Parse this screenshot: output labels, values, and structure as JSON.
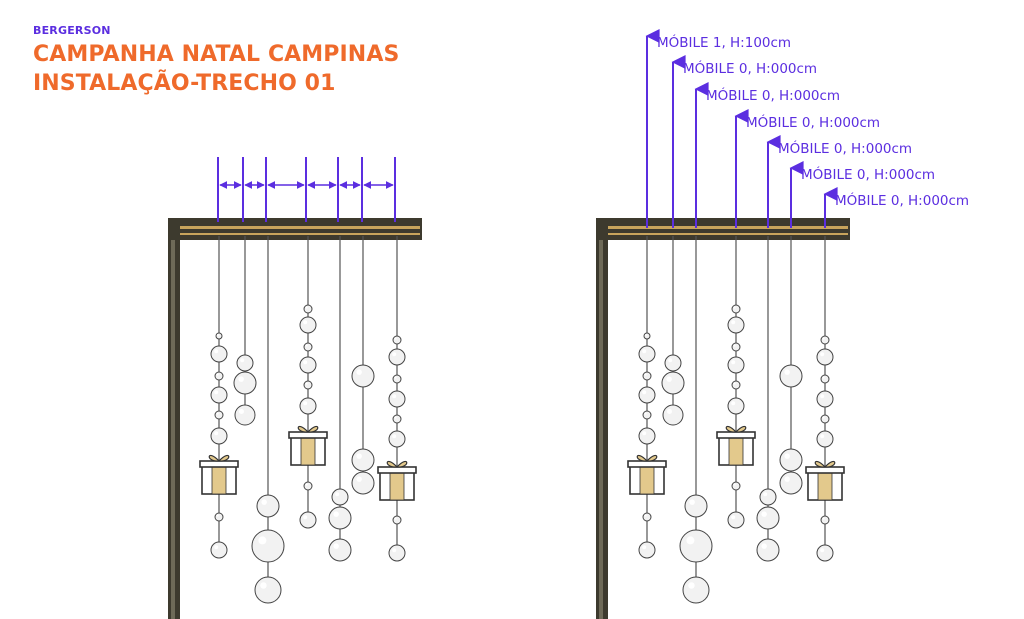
{
  "header": {
    "brand": "BERGERSON",
    "title_line1": "CAMPANHA NATAL CAMPINAS",
    "title_line2": "INSTALAÇÃO-TRECHO 01"
  },
  "colors": {
    "accent_orange": "#ef6a2b",
    "accent_purple": "#5b2ee0",
    "frame_dark": "#3d3a2e",
    "frame_wood": "#c8a45c",
    "gift_gold": "#e3c98c"
  },
  "mobile_labels": [
    "MÓBILE 1, H:100cm",
    "MÓBILE 0, H:000cm",
    "MÓBILE 0, H:000cm",
    "MÓBILE 0, H:000cm",
    "MÓBILE 0, H:000cm",
    "MÓBILE 0, H:000cm",
    "MÓBILE 0, H:000cm"
  ]
}
